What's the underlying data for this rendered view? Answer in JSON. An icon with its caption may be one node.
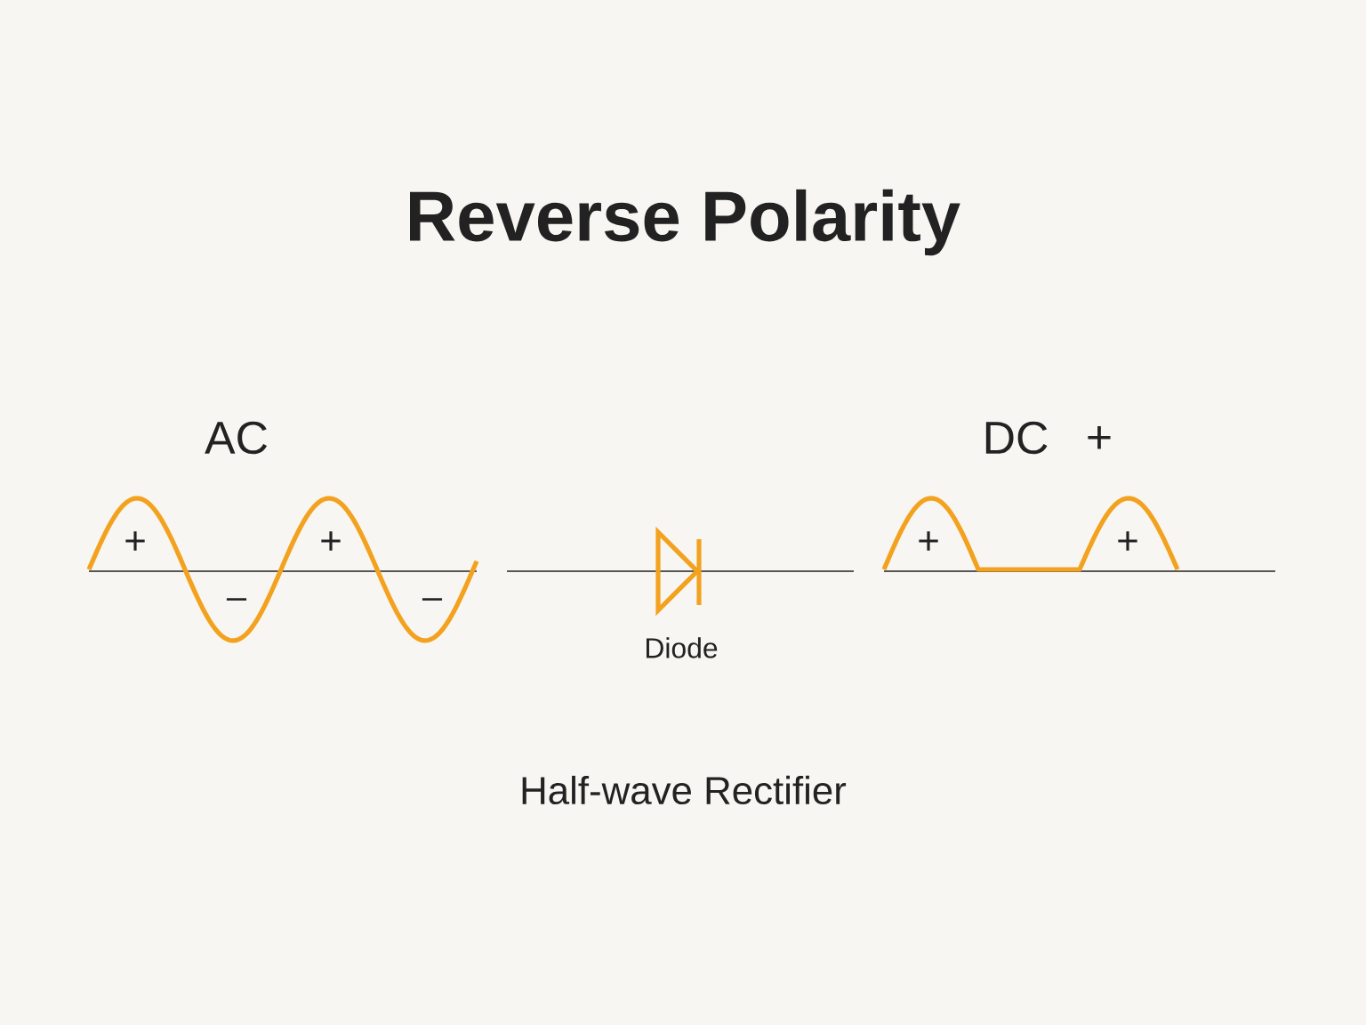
{
  "diagram": {
    "title": "Reverse Polarity",
    "caption": "Half-wave Rectifier",
    "labels": [
      "AC",
      "DC",
      "+",
      "+",
      "+",
      "+",
      "+",
      "–",
      "–",
      "Diode"
    ]
  }
}
